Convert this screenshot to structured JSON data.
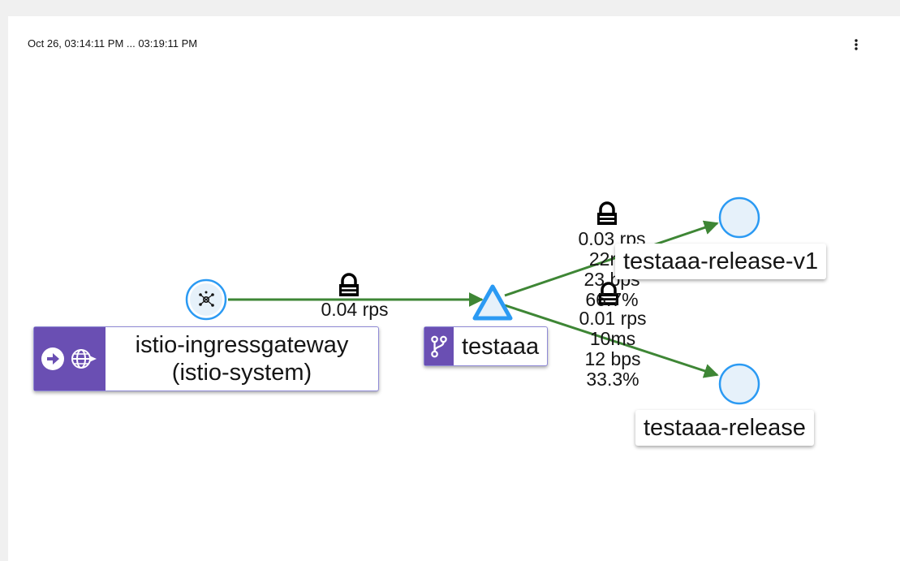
{
  "card": {
    "time_range": "Oct 26, 03:14:11 PM ... 03:19:11 PM",
    "menu_icon": "kebab-icon"
  },
  "graph": {
    "colors": {
      "edge": "#3e8635",
      "node_border": "#2b9af3",
      "node_fill": "#e6f1fa",
      "badge": "#6a4fb3"
    },
    "nodes": {
      "ingress": {
        "line1": "istio-ingressgateway",
        "line2": "(istio-system)",
        "icons": [
          "arrow-circle-icon",
          "globe-icon"
        ]
      },
      "service": {
        "label": "testaaa",
        "icon": "branch-icon"
      },
      "v1": {
        "label": "testaaa-release-v1"
      },
      "release": {
        "label": "testaaa-release"
      }
    },
    "edges": {
      "ingress_to_service": {
        "rps": "0.04 rps",
        "secure": true
      },
      "service_to_v1": {
        "rps": "0.03 rps",
        "latency": "22ms",
        "throughput": "23 bps",
        "percent": "66.7%",
        "secure": true
      },
      "service_to_release": {
        "rps": "0.01 rps",
        "latency": "10ms",
        "throughput": "12 bps",
        "percent": "33.3%",
        "secure": true
      }
    }
  }
}
